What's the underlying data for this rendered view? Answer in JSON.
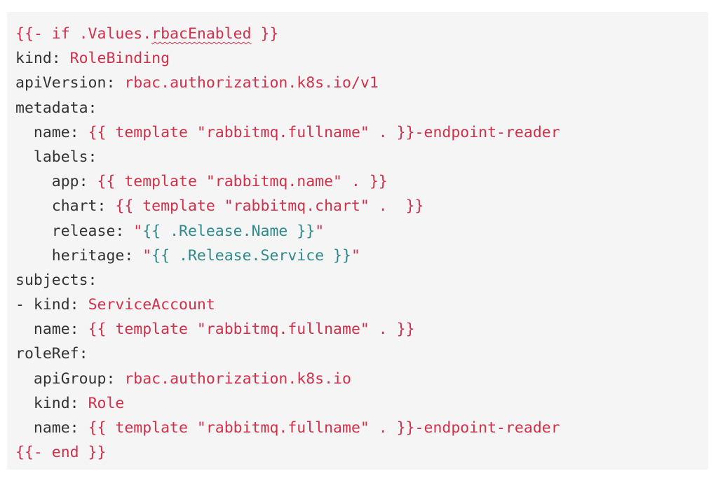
{
  "colors": {
    "panel_background": "#f5f5f5",
    "key_text": "#333333",
    "string_text": "#d1304a",
    "template_text": "#2f8a8a"
  },
  "lines": [
    [
      {
        "text": "{{- if .Values.",
        "style": "str"
      },
      {
        "text": "rbacEnabled",
        "style": "str",
        "spell": true
      },
      {
        "text": " }}",
        "style": "str"
      }
    ],
    [
      {
        "text": "kind: ",
        "style": "key"
      },
      {
        "text": "RoleBinding",
        "style": "str"
      }
    ],
    [
      {
        "text": "apiVersion: ",
        "style": "key"
      },
      {
        "text": "rbac.authorization.k8s.io/v1",
        "style": "str"
      }
    ],
    [
      {
        "text": "metadata:",
        "style": "key"
      }
    ],
    [
      {
        "text": "  name: ",
        "style": "key"
      },
      {
        "text": "{{ template \"rabbitmq.fullname\" . }}-endpoint-reader",
        "style": "str"
      }
    ],
    [
      {
        "text": "  labels:",
        "style": "key"
      }
    ],
    [
      {
        "text": "    app: ",
        "style": "key"
      },
      {
        "text": "{{ template \"rabbitmq.name\" . }}",
        "style": "str"
      }
    ],
    [
      {
        "text": "    chart: ",
        "style": "key"
      },
      {
        "text": "{{ template \"rabbitmq.chart\" .  }}",
        "style": "str"
      }
    ],
    [
      {
        "text": "    release: ",
        "style": "key"
      },
      {
        "text": "\"",
        "style": "str"
      },
      {
        "text": "{{ .Release.Name }}",
        "style": "tpl"
      },
      {
        "text": "\"",
        "style": "str"
      }
    ],
    [
      {
        "text": "    heritage: ",
        "style": "key"
      },
      {
        "text": "\"",
        "style": "str"
      },
      {
        "text": "{{ .Release.Service }}",
        "style": "tpl"
      },
      {
        "text": "\"",
        "style": "str"
      }
    ],
    [
      {
        "text": "subjects:",
        "style": "key"
      }
    ],
    [
      {
        "text": "- kind: ",
        "style": "key"
      },
      {
        "text": "ServiceAccount",
        "style": "str"
      }
    ],
    [
      {
        "text": "  name: ",
        "style": "key"
      },
      {
        "text": "{{ template \"rabbitmq.fullname\" . }}",
        "style": "str"
      }
    ],
    [
      {
        "text": "roleRef:",
        "style": "key"
      }
    ],
    [
      {
        "text": "  apiGroup: ",
        "style": "key"
      },
      {
        "text": "rbac.authorization.k8s.io",
        "style": "str"
      }
    ],
    [
      {
        "text": "  kind: ",
        "style": "key"
      },
      {
        "text": "Role",
        "style": "str"
      }
    ],
    [
      {
        "text": "  name: ",
        "style": "key"
      },
      {
        "text": "{{ template \"rabbitmq.fullname\" . }}-endpoint-reader",
        "style": "str"
      }
    ],
    [
      {
        "text": "{{- end }}",
        "style": "str"
      }
    ]
  ]
}
